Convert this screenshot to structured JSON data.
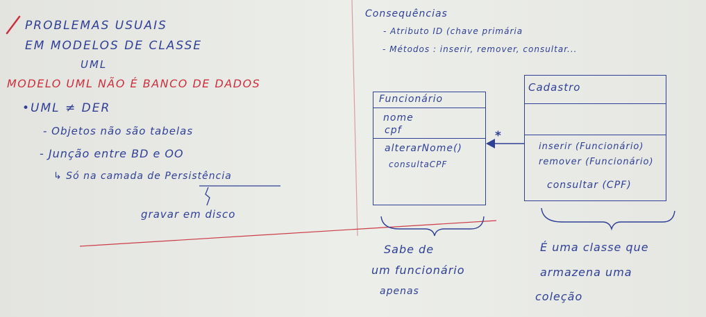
{
  "left": {
    "heading_1": "PROBLEMAS USUAIS",
    "heading_2": "EM MODELOS DE CLASSE",
    "heading_3": "UML",
    "red_note": "MODELO UML NÃO É BANCO DE DADOS",
    "bullet": "•UML ≠ DER",
    "item_1": "- Objetos não são tabelas",
    "item_2": "- Junção entre BD e OO",
    "layer_note_prefix": "↳ Só na camada de ",
    "layer_note_term": "Persistência",
    "persist_detail": "gravar em disco"
  },
  "right": {
    "consequences_title": "Consequências",
    "cons_1": "- Atributo ID (chave primária",
    "cons_2": "- Métodos : inserir, remover, consultar...",
    "multiplicity": "*",
    "note_left_1": "Sabe de",
    "note_left_2": "um funcionário",
    "note_left_3": "apenas",
    "note_right_1": "É uma classe que",
    "note_right_2": "armazena uma",
    "note_right_3": "coleção"
  },
  "funcionario": {
    "name": "Funcionário",
    "attributes": [
      "nome",
      "cpf"
    ],
    "methods": [
      "alterarNome()",
      "consultaCPF"
    ]
  },
  "cadastro": {
    "name": "Cadastro",
    "methods": [
      "inserir (Funcionário)",
      "remover (Funcionário)",
      "consultar (CPF)"
    ]
  },
  "colors": {
    "pen_blue": "#2f3f95",
    "pen_red": "#cc2f3c",
    "paper": "#e6e7e3"
  }
}
